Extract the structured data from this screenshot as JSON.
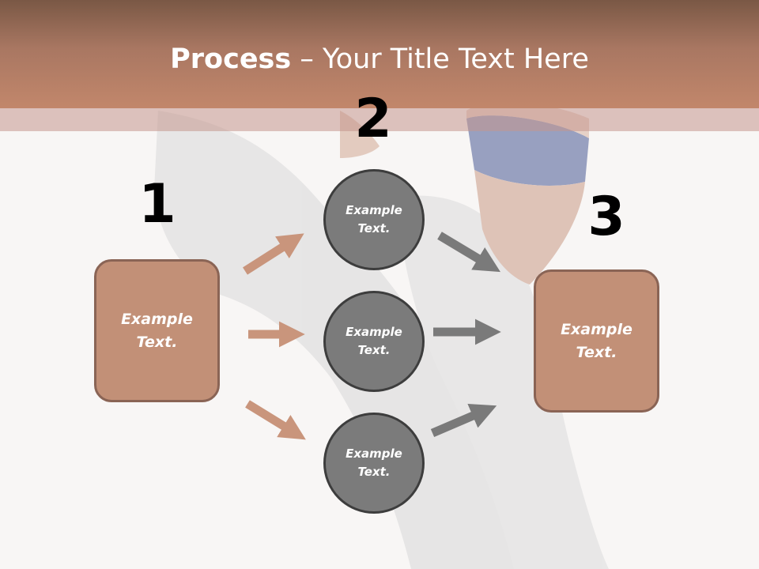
{
  "title": {
    "bold": "Process",
    "rest": " – Your Title Text Here"
  },
  "numbers": {
    "one": "1",
    "two": "2",
    "three": "3"
  },
  "left_box": {
    "line1": "Example",
    "line2": "Text."
  },
  "right_box": {
    "line1": "Example",
    "line2": "Text."
  },
  "circles": [
    {
      "line1": "Example",
      "line2": "Text."
    },
    {
      "line1": "Example",
      "line2": "Text."
    },
    {
      "line1": "Example",
      "line2": "Text."
    }
  ],
  "colors": {
    "brown": "#c29077",
    "brown_border": "#8a6455",
    "gray": "#7b7b7b",
    "gray_border": "#3d3d3d",
    "arrow_brown": "#c9957c",
    "arrow_gray": "#7a7a7a"
  }
}
